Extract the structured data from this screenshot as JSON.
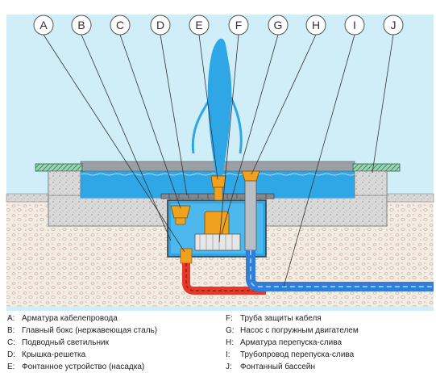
{
  "callouts": [
    {
      "letter": "A",
      "description": "Арматура кабелепровода"
    },
    {
      "letter": "B",
      "description": "Главный бокс (нержавеющая сталь)"
    },
    {
      "letter": "C",
      "description": "Подводный светильник"
    },
    {
      "letter": "D",
      "description": "Крышка-решетка"
    },
    {
      "letter": "E",
      "description": "Фонтанное устройство (насадка)"
    },
    {
      "letter": "F",
      "description": "Труба защиты кабеля"
    },
    {
      "letter": "G",
      "description": "Насос с погружным двигателем"
    },
    {
      "letter": "H",
      "description": "Арматура перепуска-слива"
    },
    {
      "letter": "I",
      "description": "Трубопровод перепуска-слива"
    },
    {
      "letter": "J",
      "description": "Фонтанный бассейн"
    }
  ],
  "colors": {
    "background": "#cfeef8",
    "water": "#2fa6e6",
    "ground": "#f2ece2",
    "concrete": "#d7d7d7",
    "coping": "#2f8f5f",
    "box": "#7f8a93",
    "pipe_red": "#e8382a",
    "pipe_blue": "#2f7ed9",
    "fixture_orange": "#f0a21e"
  },
  "icons": [
    "callout-circle",
    "fountain-jet",
    "pump",
    "light-fixture",
    "pipe"
  ]
}
